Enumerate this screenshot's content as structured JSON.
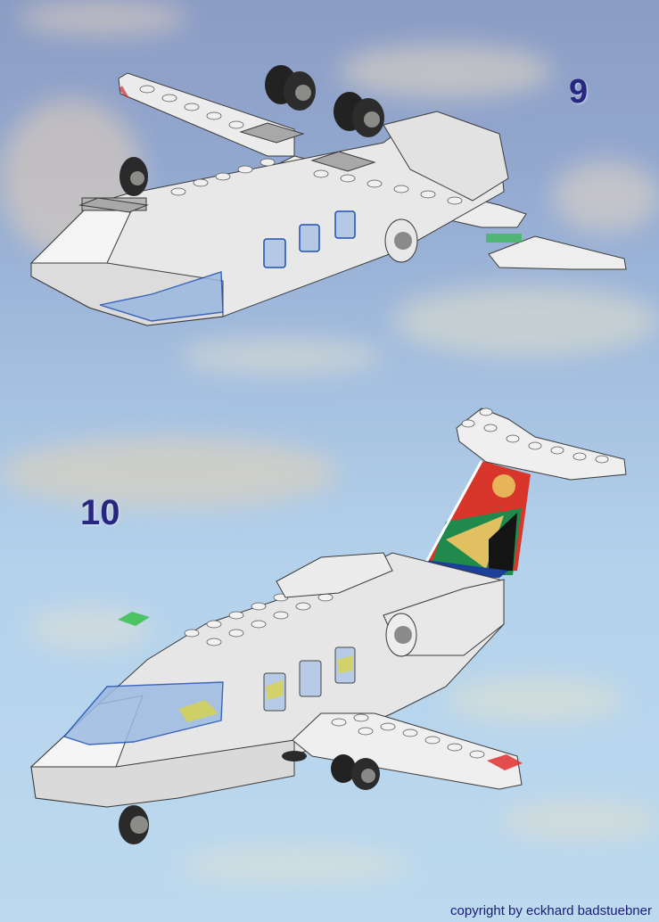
{
  "page": {
    "type": "building-instructions",
    "background_colors": {
      "top": "#8a9cc4",
      "middle": "#a3bedf",
      "bottom": "#bcd9ee"
    }
  },
  "steps": [
    {
      "number": "9",
      "description": "Inverted aircraft assembly showing underside with landing gear wheels attached",
      "elements": [
        "fuselage",
        "wings",
        "landing-gear-wheels",
        "engine-nacelle",
        "cockpit-windshield",
        "green-marker",
        "red-marker"
      ]
    },
    {
      "number": "10",
      "description": "Completed aircraft upright with South African Airways tail livery",
      "elements": [
        "fuselage",
        "cockpit-windshield",
        "cabin-windows",
        "wing",
        "engine-nacelle",
        "tail-fin",
        "horizontal-stabilizer",
        "landing-gear",
        "green-navigation-light",
        "red-navigation-light"
      ]
    }
  ],
  "tail_livery_colors": {
    "red": "#d8362a",
    "sun": "#e8b45a",
    "green": "#1f8a4c",
    "gold": "#e0c060",
    "black": "#141414",
    "blue": "#1c3f9a",
    "white": "#ffffff"
  },
  "footer": {
    "copyright": "copyright by eckhard badstuebner"
  }
}
